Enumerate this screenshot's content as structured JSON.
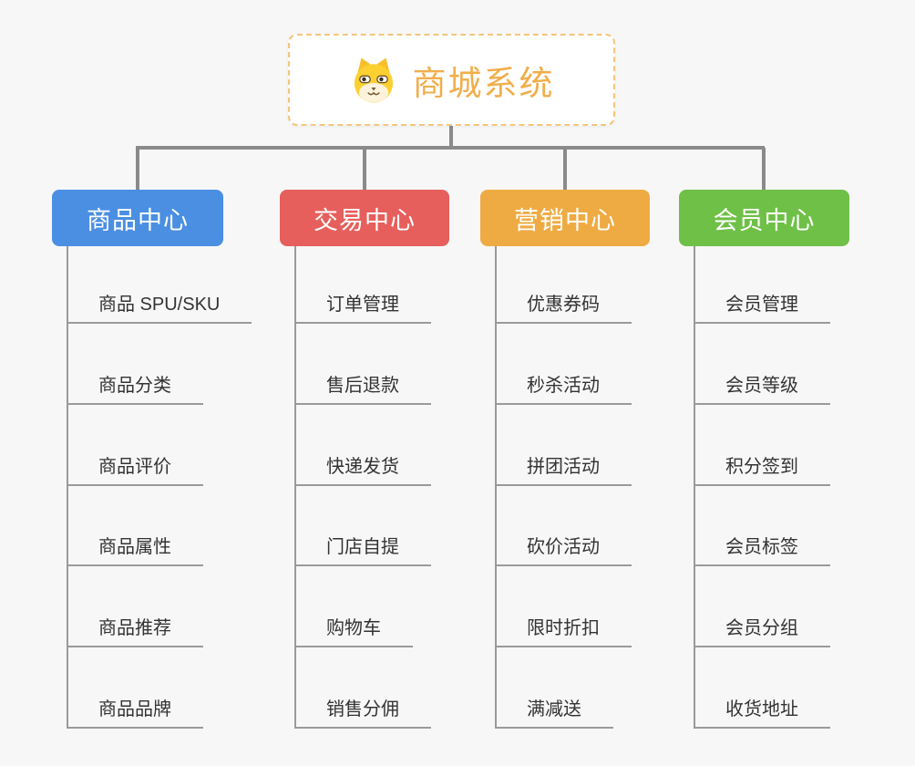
{
  "root": {
    "title": "商城系统",
    "icon": "dog-icon",
    "accent_color": "#f1ae4b",
    "border_color": "#f5c57c"
  },
  "colors": {
    "connector": "#8a8a8a",
    "child_line": "#9a9a9a",
    "child_text": "#333333",
    "background": "#f7f7f7"
  },
  "branches": [
    {
      "label": "商品中心",
      "color": "#4a8fe2",
      "children": [
        "商品 SPU/SKU",
        "商品分类",
        "商品评价",
        "商品属性",
        "商品推荐",
        "商品品牌"
      ]
    },
    {
      "label": "交易中心",
      "color": "#e65f5c",
      "children": [
        "订单管理",
        "售后退款",
        "快递发货",
        "门店自提",
        "购物车",
        "销售分佣"
      ]
    },
    {
      "label": "营销中心",
      "color": "#efab43",
      "children": [
        "优惠券码",
        "秒杀活动",
        "拼团活动",
        "砍价活动",
        "限时折扣",
        "满减送"
      ]
    },
    {
      "label": "会员中心",
      "color": "#6fc047",
      "children": [
        "会员管理",
        "会员等级",
        "积分签到",
        "会员标签",
        "会员分组",
        "收货地址"
      ]
    }
  ]
}
